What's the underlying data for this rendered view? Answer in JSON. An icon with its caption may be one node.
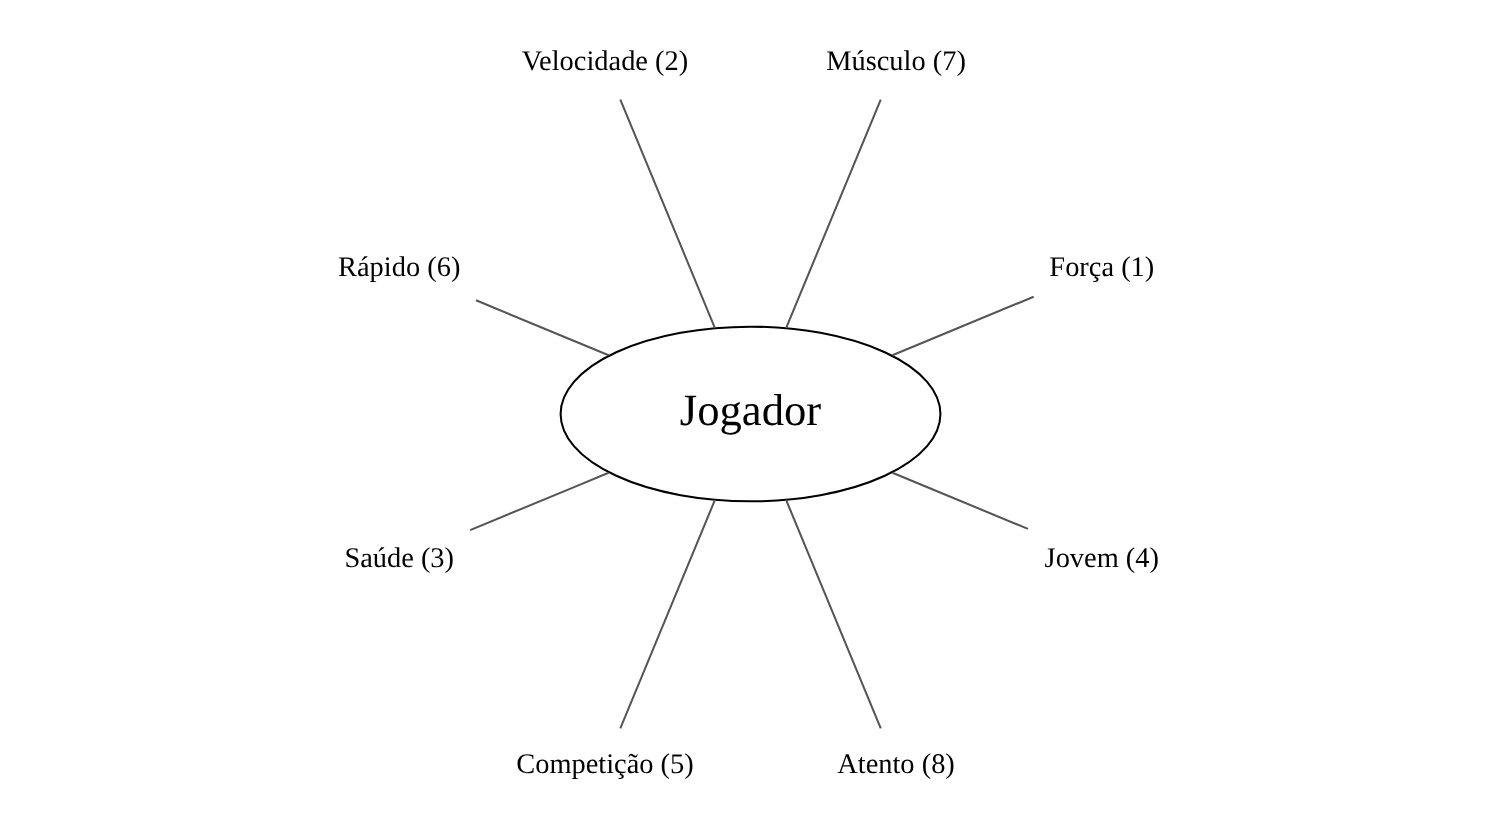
{
  "diagram": {
    "nodes": [
      {
        "text": [
          "Força (1)"
        ]
      },
      {
        "text": [
          "Músculo (7)"
        ]
      },
      {
        "text": [
          "Velocidade (2)"
        ]
      },
      {
        "text": [
          "Rápido (6)"
        ]
      },
      {
        "text": [
          "Jogador"
        ]
      },
      {
        "text": [
          "Saúde (3)"
        ]
      },
      {
        "text": [
          "Competição (5)"
        ]
      },
      {
        "text": [
          "Atento (8)"
        ]
      },
      {
        "text": [
          "Jovem (4)"
        ]
      }
    ],
    "edges": [
      {
        "from": 4,
        "to": 0,
        "arrow": "none"
      },
      {
        "from": 4,
        "to": 2,
        "arrow": "none"
      },
      {
        "from": 4,
        "to": 5,
        "arrow": "none"
      },
      {
        "from": 4,
        "to": 7,
        "arrow": "none"
      },
      {
        "from": 4,
        "to": 8,
        "arrow": "none"
      },
      {
        "from": 4,
        "to": 6,
        "arrow": "none"
      },
      {
        "from": 4,
        "to": 3,
        "arrow": "none"
      },
      {
        "from": 4,
        "to": 1,
        "arrow": "none"
      }
    ]
  }
}
